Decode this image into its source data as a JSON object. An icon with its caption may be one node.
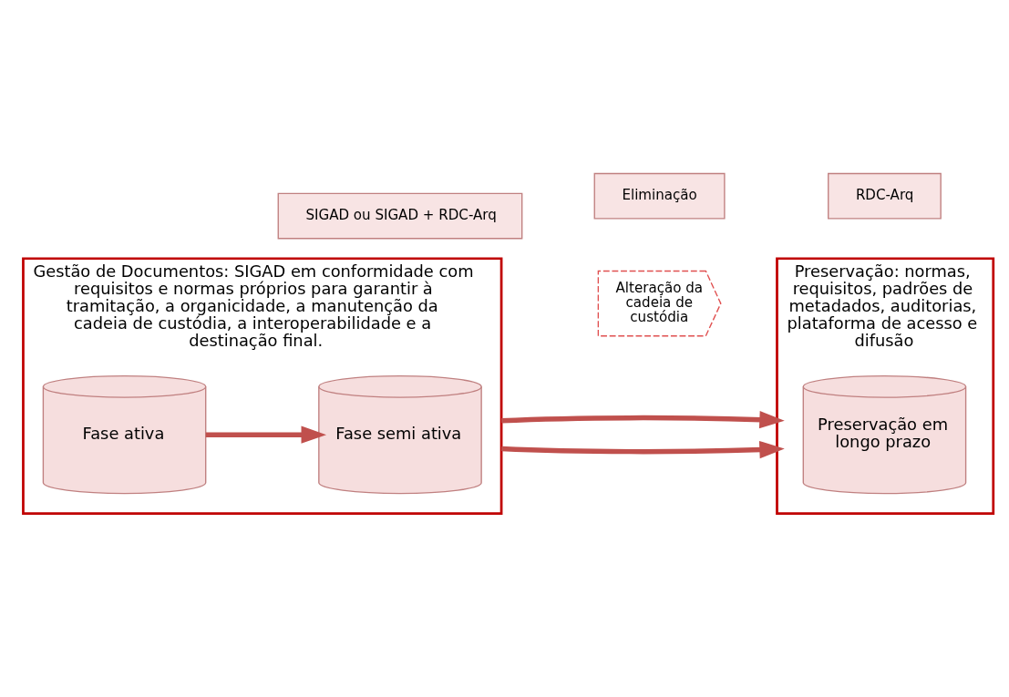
{
  "diagram": {
    "nodes": [
      {
        "text": [
          "Gestão de Documentos: SIGAD em conformidade com requisitos e normas próprios para garantir à tramitação, a organicidade, a manutenção da cadeia de custódia, a interoperabilidade e a destinação final."
        ]
      },
      {
        "text": [
          "Fase ativa"
        ],
        "in": 0
      },
      {
        "text": [
          "Fase semi ativa"
        ],
        "in": 0
      },
      {
        "text": [
          "SIGAD ou SIGAD + RDC-Arq"
        ]
      },
      {
        "text": [
          "Alteração da cadeia de custódia"
        ]
      },
      {
        "text": [
          "Eliminação"
        ]
      },
      {
        "text": [
          "Preservação: normas, requisitos, padrões de metadados, auditorias, plataforma de acesso e difusão"
        ]
      },
      {
        "text": [
          "Preservação em longo prazo"
        ],
        "in": 6
      },
      {
        "text": [
          "RDC-Arq"
        ]
      }
    ],
    "edges": [
      {
        "from": 1,
        "to": 2,
        "arrow": "to"
      },
      {
        "from": 0,
        "to": 6,
        "arrow": "to"
      },
      {
        "from": 0,
        "to": 6,
        "arrow": "to"
      }
    ]
  }
}
